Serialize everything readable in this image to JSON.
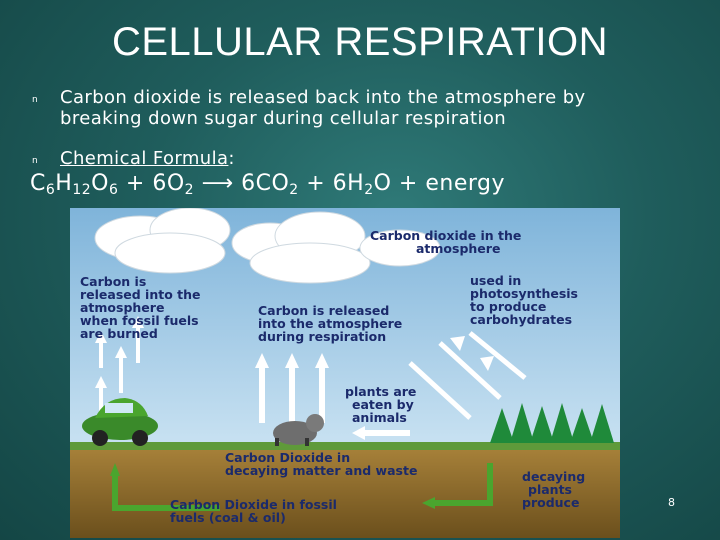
{
  "title": "CELLULAR RESPIRATION",
  "bullets": [
    {
      "marker": "n",
      "line1": "Carbon dioxide is released back into the atmosphere by",
      "line2": "breaking down sugar during cellular respiration"
    },
    {
      "marker": "n",
      "label": "Chemical Formula",
      "suffix": ":"
    }
  ],
  "formula": {
    "c": "C",
    "c_sub": "6",
    "h": "H",
    "h_sub": "12",
    "o": "O",
    "o_sub": "6",
    "plus1": " + 6O",
    "o2_sub": "2",
    "arrow": " ⟶ ",
    "co2": "6CO",
    "co2_sub": "2",
    "plus2": " + 6H",
    "h2_sub": "2",
    "tail": "O + energy"
  },
  "diagram": {
    "co2_atmosphere": [
      "Carbon dioxide in the",
      "atmosphere"
    ],
    "fossil_release": [
      "Carbon is",
      "released into the",
      "atmosphere",
      "when fossil fuels",
      "are burned"
    ],
    "respiration_release": [
      "Carbon is released",
      "into the atmosphere",
      "during respiration"
    ],
    "photosynthesis": [
      "used in",
      "photosynthesis",
      "to produce",
      "carbohydrates"
    ],
    "eaten": [
      "plants are",
      "eaten by",
      "animals"
    ],
    "decaying_matter": [
      "Carbon Dioxide in",
      "decaying matter and waste"
    ],
    "decaying_plants": [
      "decaying",
      "plants",
      "produce"
    ],
    "fossil_fuels": [
      "Carbon Dioxide in fossil",
      "fuels (coal & oil)"
    ]
  },
  "page_number": "8",
  "colors": {
    "label_text": "#1b2a6b",
    "arrow_green": "#4aa52e",
    "sky": "#9fc7e3",
    "soil": "#8a6a2a"
  }
}
